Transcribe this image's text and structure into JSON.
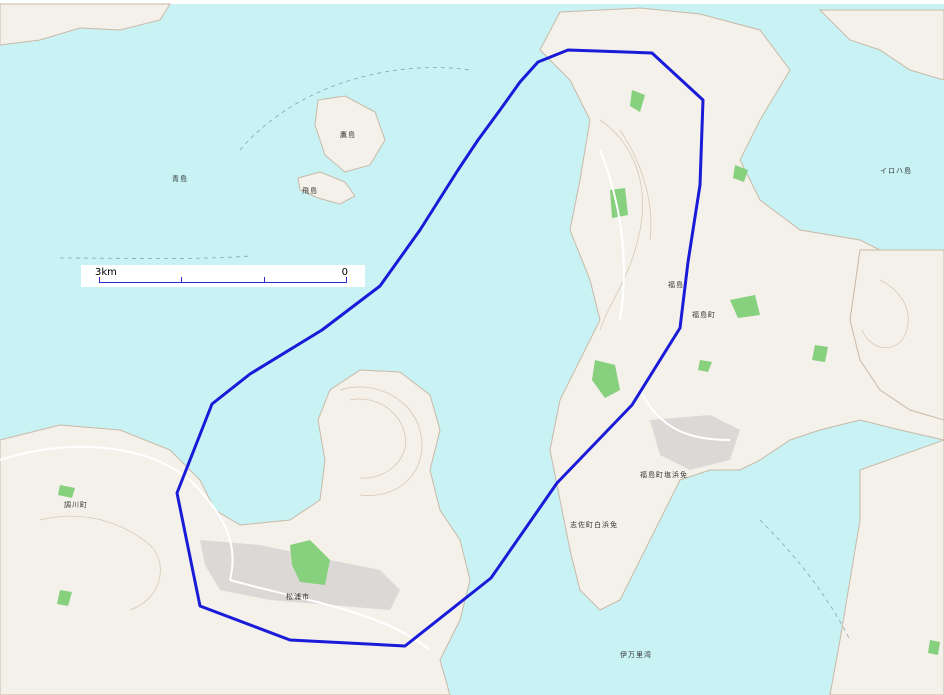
{
  "map": {
    "colors": {
      "sea": "#c9f2f5",
      "land": "#f3f1ea",
      "forest": "#86d07e",
      "contour": "#c9b9a6",
      "boundary": "#1a1ad9",
      "road": "#ffffff",
      "urban": "#d9d6d6",
      "text": "#333333"
    },
    "scale_bar": {
      "left_label": "3km",
      "right_label": "0"
    },
    "labels": [
      "鷹島",
      "福島",
      "福島町",
      "松浦市",
      "伊万里湾",
      "イロハ島",
      "飛島",
      "青島",
      "志佐町白浜免",
      "調川町",
      "福島町塩浜免"
    ]
  }
}
